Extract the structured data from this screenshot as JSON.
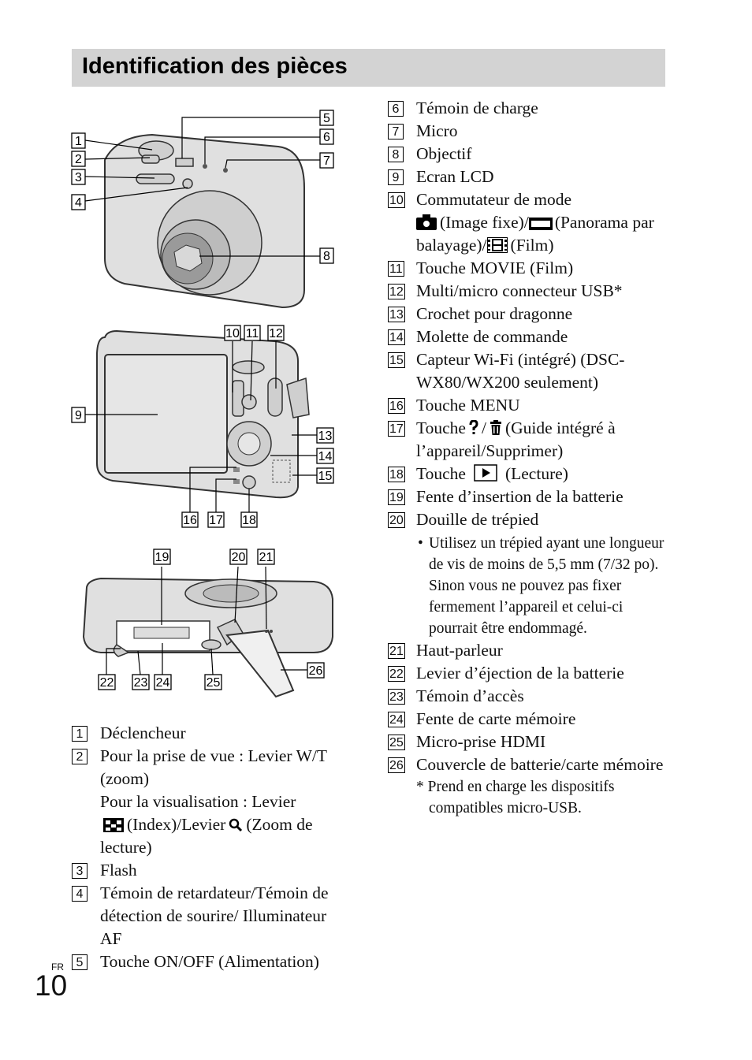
{
  "title": "Identification des pièces",
  "page": {
    "lang": "FR",
    "number": "10"
  },
  "figure": {
    "top_labels": [
      "1",
      "2",
      "3",
      "4",
      "5",
      "6",
      "7",
      "8"
    ],
    "back_labels": [
      "9",
      "10",
      "11",
      "12",
      "13",
      "14",
      "15",
      "16",
      "17",
      "18"
    ],
    "bottom_labels": [
      "19",
      "20",
      "21",
      "22",
      "23",
      "24",
      "25",
      "26"
    ]
  },
  "left_items": [
    {
      "n": "1",
      "text": "Déclencheur"
    },
    {
      "n": "2",
      "text": "Pour la prise de vue : Levier W/T (zoom)",
      "text2": "Pour la visualisation : Levier",
      "text3": "(Index)/Levier",
      "text4": "(Zoom de lecture)"
    },
    {
      "n": "3",
      "text": "Flash"
    },
    {
      "n": "4",
      "text": "Témoin de retardateur/Témoin de détection de sourire/ Illuminateur AF"
    },
    {
      "n": "5",
      "text": "Touche ON/OFF (Alimentation)"
    }
  ],
  "right_items": [
    {
      "n": "6",
      "text": "Témoin de charge"
    },
    {
      "n": "7",
      "text": "Micro"
    },
    {
      "n": "8",
      "text": "Objectif"
    },
    {
      "n": "9",
      "text": "Ecran LCD"
    },
    {
      "n": "10",
      "text": "Commutateur de mode",
      "t2": "(Image fixe)/",
      "t3": "(Panorama par balayage)/",
      "t4": "(Film)"
    },
    {
      "n": "11",
      "text": "Touche MOVIE (Film)"
    },
    {
      "n": "12",
      "text": "Multi/micro connecteur USB*"
    },
    {
      "n": "13",
      "text": "Crochet pour dragonne"
    },
    {
      "n": "14",
      "text": "Molette de commande"
    },
    {
      "n": "15",
      "text": "Capteur Wi-Fi (intégré) (DSC-WX80/WX200 seulement)"
    },
    {
      "n": "16",
      "text": "Touche MENU"
    },
    {
      "n": "17",
      "text": "Touche",
      "t2": "/",
      "t3": "(Guide intégré à l’appareil/Supprimer)"
    },
    {
      "n": "18",
      "text": "Touche",
      "t2": "(Lecture)"
    },
    {
      "n": "19",
      "text": "Fente d’insertion de la batterie"
    },
    {
      "n": "20",
      "text": "Douille de trépied",
      "bullet": "Utilisez un trépied ayant une longueur de vis de moins de 5,5 mm (7/32 po). Sinon vous ne pouvez pas fixer fermement l’appareil et celui-ci pourrait être endommagé."
    },
    {
      "n": "21",
      "text": "Haut-parleur"
    },
    {
      "n": "22",
      "text": "Levier d’éjection de la batterie"
    },
    {
      "n": "23",
      "text": "Témoin d’accès"
    },
    {
      "n": "24",
      "text": "Fente de carte mémoire"
    },
    {
      "n": "25",
      "text": "Micro-prise HDMI"
    },
    {
      "n": "26",
      "text": "Couvercle de batterie/carte mémoire",
      "note": "* Prend en charge les dispositifs compatibles micro-USB."
    }
  ]
}
